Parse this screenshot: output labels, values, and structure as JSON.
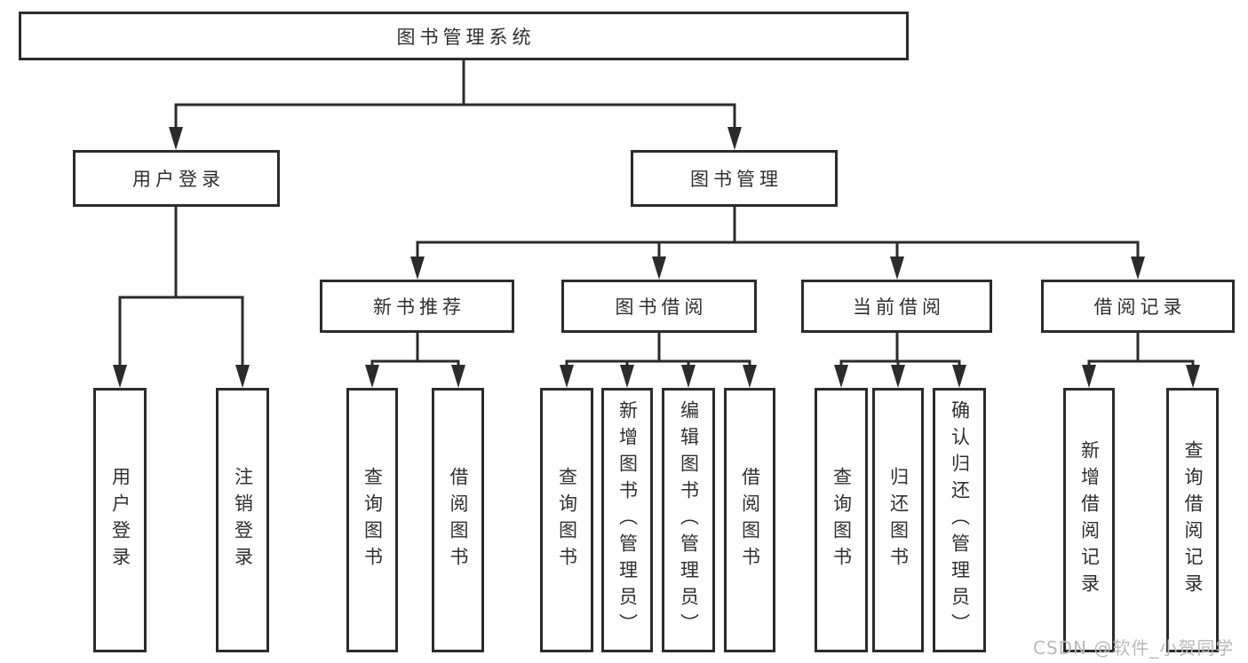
{
  "diagram": {
    "type": "hierarchy-tree",
    "root": {
      "label": "图书管理系统"
    },
    "branches": [
      {
        "label": "用户登录",
        "children": [
          {
            "label": "用户登录"
          },
          {
            "label": "注销登录"
          }
        ]
      },
      {
        "label": "图书管理",
        "children": [
          {
            "label": "新书推荐",
            "children": [
              {
                "label": "查询图书"
              },
              {
                "label": "借阅图书"
              }
            ]
          },
          {
            "label": "图书借阅",
            "children": [
              {
                "label": "查询图书"
              },
              {
                "label": "新增图书（管理员）"
              },
              {
                "label": "编辑图书（管理员）"
              },
              {
                "label": "借阅图书"
              }
            ]
          },
          {
            "label": "当前借阅",
            "children": [
              {
                "label": "查询图书"
              },
              {
                "label": "归还图书"
              },
              {
                "label": "确认归还（管理员）"
              }
            ]
          },
          {
            "label": "借阅记录",
            "children": [
              {
                "label": "新增借阅记录"
              },
              {
                "label": "查询借阅记录"
              }
            ]
          }
        ]
      }
    ]
  },
  "watermark": {
    "text": "CSDN @软件_小贺同学",
    "color": "#b9b9b9"
  },
  "colors": {
    "line": "#2b2b2b",
    "text": "#2f2f2f",
    "box_background": "#ffffff"
  }
}
